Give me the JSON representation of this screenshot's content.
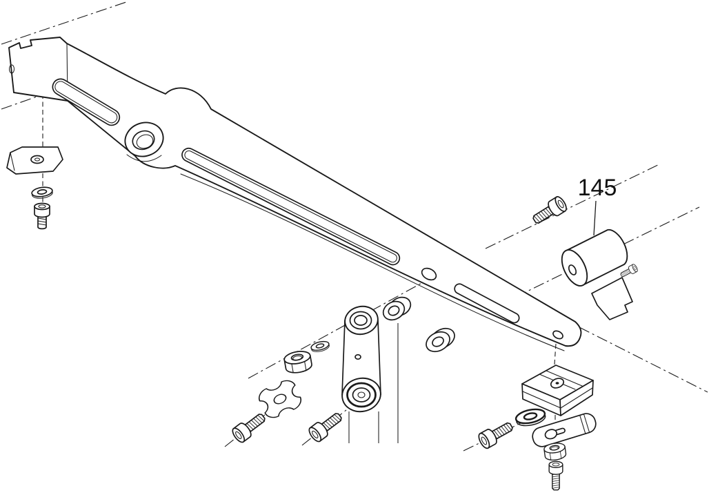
{
  "figure": {
    "type": "exploded-parts-diagram",
    "background_color": "#ffffff",
    "line_color": "#1a1a1a",
    "callout": {
      "label": "145"
    },
    "parts": [
      "arm-assembly",
      "fork-end",
      "pivot-hub",
      "retainer-clip",
      "flat-washer",
      "set-screw",
      "hex-nut",
      "link",
      "flanged-bushing",
      "spacer-ring",
      "clamp-plate",
      "socket-head-screw",
      "shaft-clamp",
      "pinch-screw",
      "mounting-bracket",
      "strap-plate",
      "stud-screw"
    ]
  }
}
